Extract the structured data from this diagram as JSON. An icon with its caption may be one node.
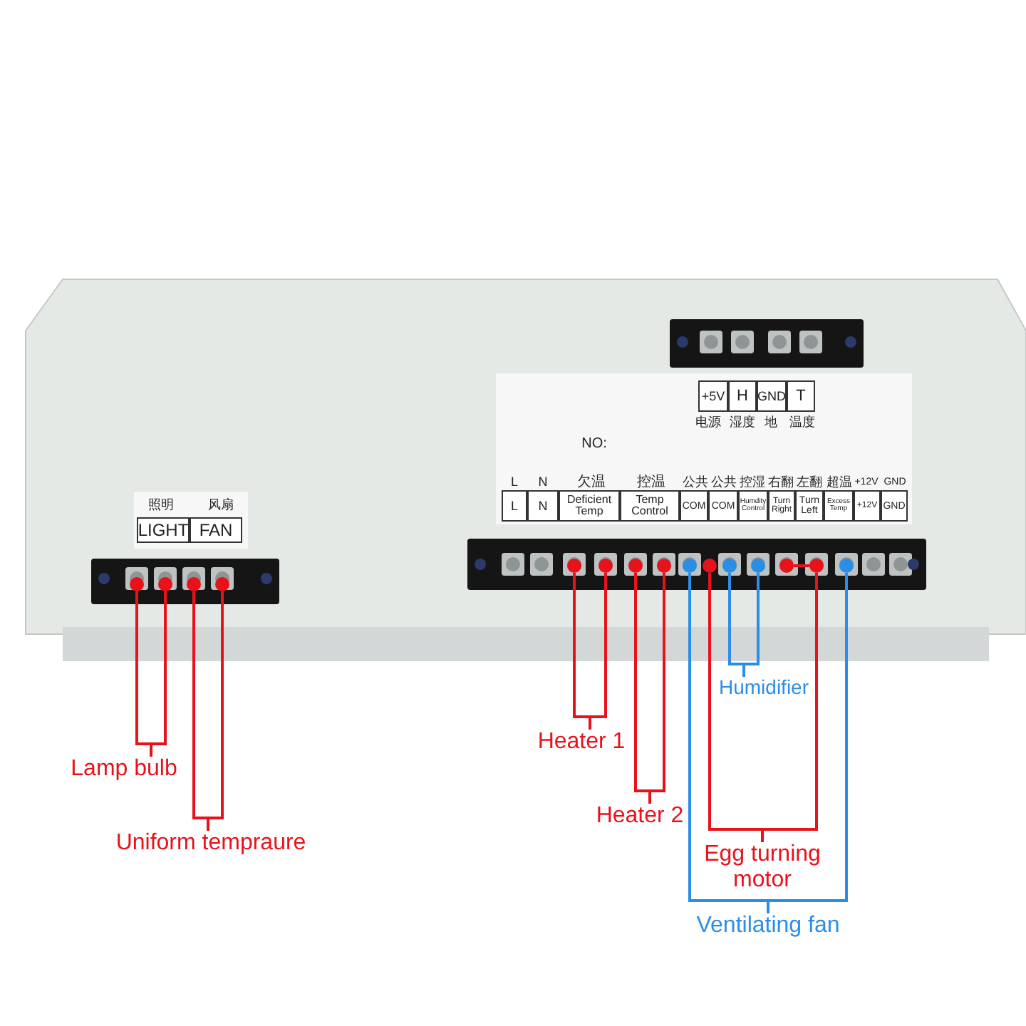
{
  "diagram": {
    "nodes": [
      {
        "text": [],
        "shape": "circle"
      },
      {
        "text": [],
        "shape": "circle"
      },
      {
        "text": [],
        "shape": "circle"
      },
      {
        "text": [],
        "shape": "circle"
      },
      {
        "text": [],
        "shape": "circle"
      },
      {
        "text": [],
        "shape": "circle"
      },
      {
        "text": [],
        "shape": "circle"
      },
      {
        "text": [],
        "shape": "circle"
      },
      {
        "text": [],
        "shape": "circle"
      },
      {
        "text": [],
        "shape": "circle"
      },
      {
        "text": [],
        "shape": "circle"
      },
      {
        "text": [],
        "shape": "circle"
      },
      {
        "text": [],
        "shape": "circle"
      },
      {
        "text": [],
        "shape": "circle"
      },
      {
        "text": [],
        "shape": "circle"
      },
      {
        "text": [
          "Humidifier"
        ]
      },
      {
        "text": [
          "Heater 1"
        ]
      },
      {
        "text": [
          "Lamp bulb"
        ]
      },
      {
        "text": [
          "Heater 2"
        ]
      },
      {
        "text": [
          "Uniform tempraure"
        ]
      },
      {
        "text": [
          "Egg turning motor"
        ]
      },
      {
        "text": [
          "Ventilating fan"
        ]
      }
    ],
    "edges": [
      {
        "from": 17,
        "to": 0,
        "arrow": "none"
      },
      {
        "from": 17,
        "to": 1,
        "arrow": "none"
      },
      {
        "from": 19,
        "to": 2,
        "arrow": "none"
      },
      {
        "from": 19,
        "to": 3,
        "arrow": "none"
      },
      {
        "from": 16,
        "to": 4,
        "arrow": "none"
      },
      {
        "from": 16,
        "to": 5,
        "arrow": "none"
      },
      {
        "from": 18,
        "to": 6,
        "arrow": "none"
      },
      {
        "from": 18,
        "to": 7,
        "arrow": "none"
      },
      {
        "from": 15,
        "to": 10,
        "arrow": "none",
        "color": "#2b8ee6"
      },
      {
        "from": 15,
        "to": 11,
        "arrow": "none",
        "color": "#2b8ee6"
      },
      {
        "from": 20,
        "to": 9,
        "arrow": "none"
      },
      {
        "from": 20,
        "to": 13,
        "arrow": "none"
      },
      {
        "from": 21,
        "to": 8,
        "arrow": "none",
        "color": "#2b8ee6"
      },
      {
        "from": 21,
        "to": 14,
        "arrow": "none",
        "color": "#2b8ee6"
      },
      {
        "from": 12,
        "to": 13,
        "arrow": "none"
      }
    ],
    "labels": [
      "+5V",
      "H",
      "GND",
      "T",
      "电源",
      "湿度",
      "地",
      "温度",
      "NO:",
      "L",
      "N",
      "欠温",
      "控温",
      "公共",
      "公共",
      "控湿",
      "右翻",
      "左翻",
      "超温",
      "+12V",
      "GND",
      "L",
      "N",
      "Deficient Temp",
      "Temp Control",
      "COM",
      "COM",
      "Humdity Control",
      "Turn Right",
      "Turn Left",
      "Excess Temp",
      "+12V",
      "GND",
      "照明",
      "风扇",
      "LIGHT",
      "FAN"
    ]
  }
}
